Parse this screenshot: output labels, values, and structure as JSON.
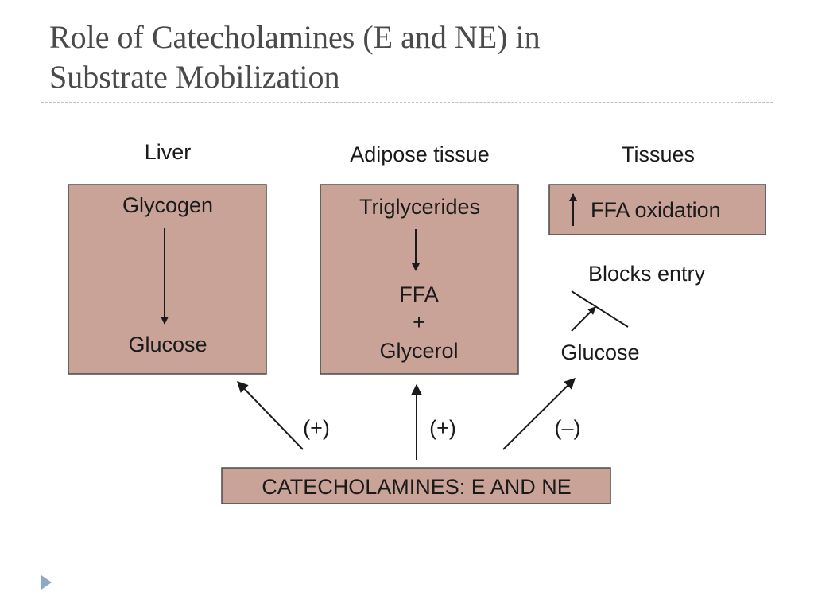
{
  "slide": {
    "title_line1": "Role of Catecholamines (E and NE) in",
    "title_line2": "Substrate Mobilization"
  },
  "diagram": {
    "box_fill": "#c9a398",
    "liver": {
      "heading": "Liver",
      "top": "Glycogen",
      "bottom": "Glucose"
    },
    "adipose": {
      "heading": "Adipose tissue",
      "line1": "Triglycerides",
      "line2": "FFA",
      "line3": "+",
      "line4": "Glycerol"
    },
    "tissues": {
      "heading": "Tissues",
      "box_text": "FFA oxidation",
      "blocks_text": "Blocks entry",
      "glucose_text": "Glucose"
    },
    "effects": {
      "liver": "(+)",
      "adipose": "(+)",
      "tissues": "(–)"
    },
    "source": "CATECHOLAMINES: E AND NE"
  }
}
